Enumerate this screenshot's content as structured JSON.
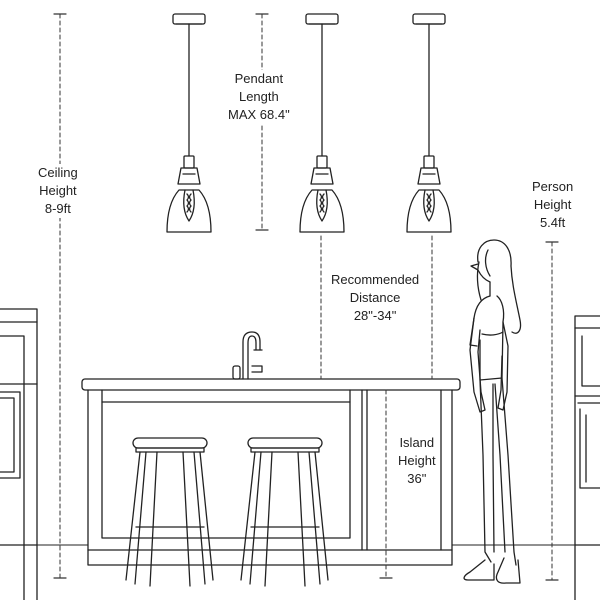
{
  "dimensions": {
    "ceiling_height": {
      "label_lines": [
        "Ceiling",
        "Height",
        "8-9ft"
      ]
    },
    "pendant_length": {
      "label_lines": [
        "Pendant",
        "Length",
        "MAX 68.4\""
      ]
    },
    "recommended_distance": {
      "label_lines": [
        "Recommended",
        "Distance",
        "28\"-34\""
      ]
    },
    "island_height": {
      "label_lines": [
        "Island",
        "Height",
        "36\""
      ]
    },
    "person_height": {
      "label_lines": [
        "Person",
        "Height",
        "5.4ft"
      ]
    }
  },
  "colors": {
    "line": "#222222",
    "dash": "#333333",
    "background": "#ffffff"
  },
  "icons": [
    "pendant-lamp-icon",
    "faucet-icon",
    "bar-stool-icon",
    "person-silhouette-icon",
    "kitchen-cabinet-icon"
  ]
}
